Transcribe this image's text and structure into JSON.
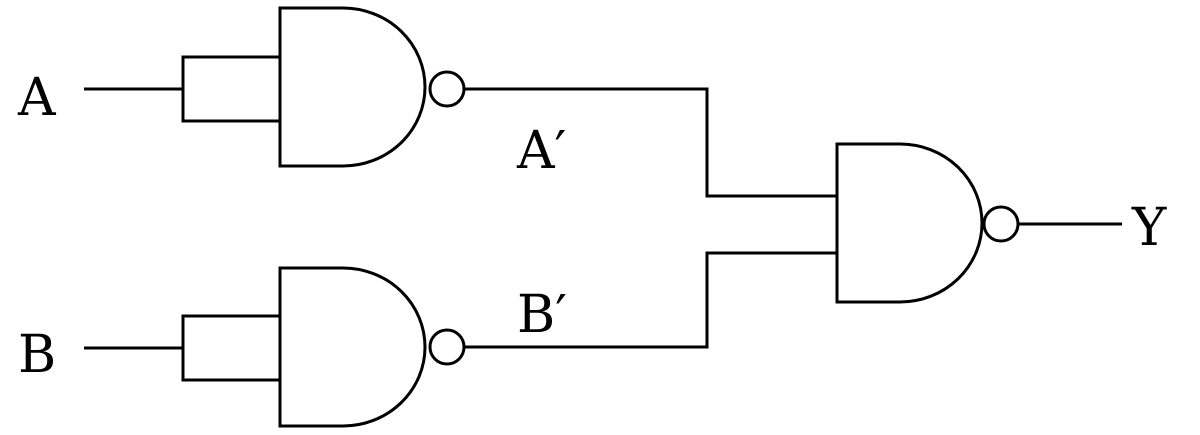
{
  "labels": {
    "input_a": "A",
    "input_b": "B",
    "signal_a_not": "A′",
    "signal_b_not": "B′",
    "output_y": "Y"
  },
  "colors": {
    "stroke": "#000000",
    "background": "#ffffff"
  },
  "gates": [
    "nand-gate",
    "nand-gate",
    "nand-gate"
  ]
}
